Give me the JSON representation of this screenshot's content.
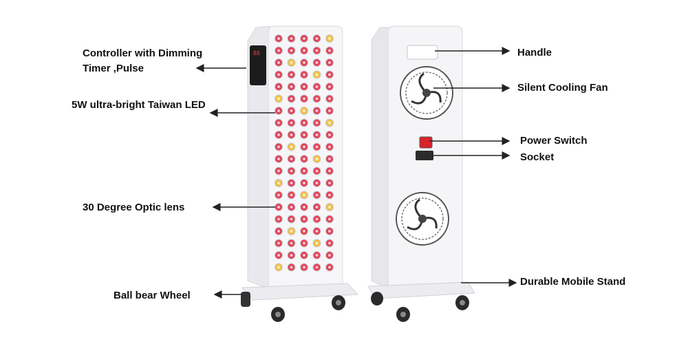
{
  "front_labels": {
    "controller_line1": "Controller with Dimming",
    "controller_line2": "Timer ,Pulse",
    "led": "5W ultra-bright Taiwan LED",
    "lens": "30 Degree Optic lens",
    "wheel": "Ball bear Wheel"
  },
  "back_labels": {
    "handle": "Handle",
    "fan": "Silent Cooling Fan",
    "switch": "Power Switch",
    "socket": "Socket",
    "stand": "Durable Mobile Stand"
  },
  "colors": {
    "led_red": "#e0435a",
    "led_amber": "#f2c043",
    "switch_red": "#d8232a",
    "panel": "#f4f4f6",
    "line": "#222222"
  },
  "icons": [
    "fan-icon",
    "power-switch-icon",
    "socket-icon",
    "wheel-icon",
    "handle-icon"
  ]
}
